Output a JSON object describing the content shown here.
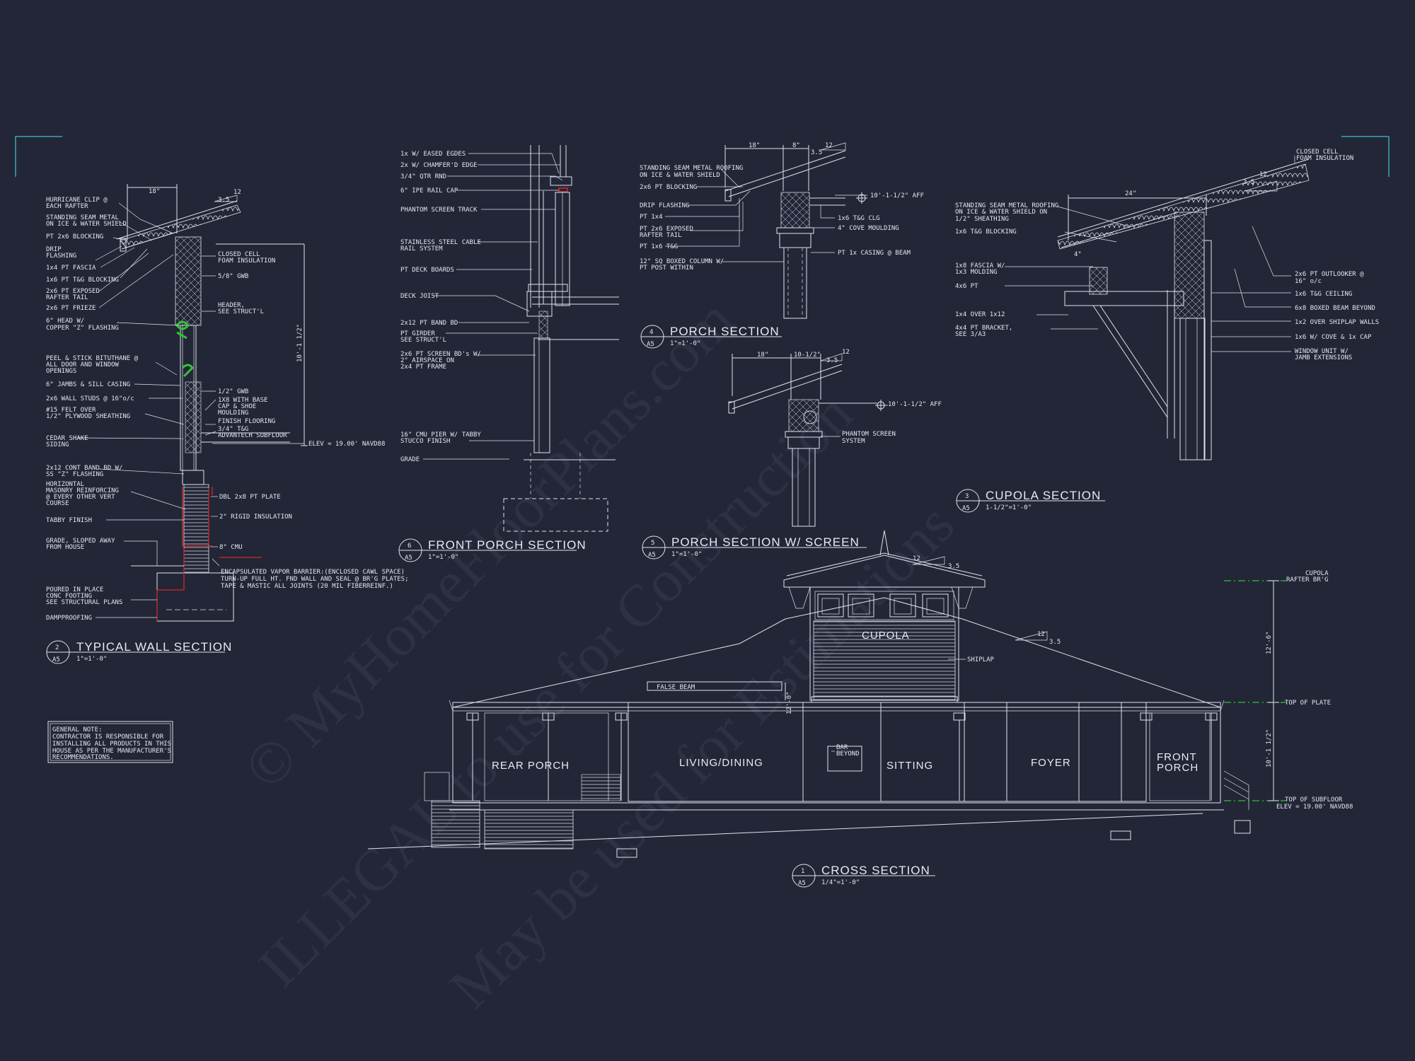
{
  "wall_notes": [
    "HURRICANE CLIP @",
    "EACH RAFTER",
    "STANDING SEAM METAL",
    "ON ICE & WATER SHIELD",
    "PT 2x6 BLOCKING",
    "DRIP",
    "FLASHING",
    "1x4 PT FASCIA",
    "1x6 PT T&G BLOCKING",
    "2x6 PT EXPOSED",
    "RAFTER TAIL",
    "2x6 PT FRIEZE",
    "6\" HEAD W/",
    "COPPER \"Z\" FLASHING",
    "PEEL & STICK BITUTHANE @",
    "ALL DOOR AND WINDOW",
    "OPENINGS",
    "6\" JAMBS & SILL CASING",
    "2x6 WALL STUDS @ 16\"o/c",
    "#15 FELT OVER",
    "1/2\" PLYWOOD SHEATHING",
    "CEDAR SHAKE",
    "SIDING",
    "2x12 CONT BAND BD W/",
    "SS \"Z\" FLASHING",
    "HORIZONTAL",
    "MASONRY REINFORCING",
    "@  EVERY OTHER VERT",
    "COURSE",
    "TABBY FINISH",
    "GRADE, SLOPED AWAY",
    "FROM HOUSE",
    "POURED IN PLACE",
    "CONC FOOTING",
    "SEE STRUCTURAL PLANS",
    "DAMPPROOFING"
  ],
  "wall_notes_right": [
    "CLOSED CELL",
    "FOAM INSULATION",
    "5/8\" GWB",
    "HEADER,",
    "SEE STRUCT'L",
    "1/2\" GWB",
    "1X8 WITH BASE",
    "CAP & SHOE",
    "MOULDING",
    "FINISH FLOORING",
    "3/4\" T&G",
    "ADVANTECH SUBFLOOR",
    "ELEV = 19.00' NAVD88",
    "DBL 2x8 PT PLATE",
    "2\" RIGID INSULATION",
    "8\" CMU",
    "ENCAPSULATED VAPOR BARRIER:(ENCLOSED CAWL SPACE)",
    "TURN-UP FULL HT. FND WALL AND SEAL @ BR'G PLATES;",
    "TAPE & MASTIC ALL JOINTS (20 MIL FIBERREINF.)"
  ],
  "wall_dims": [
    "18\"",
    "3.5",
    "12",
    "10'-1 1/2\""
  ],
  "general_note": [
    "GENERAL NOTE:",
    "CONTRACTOR IS RESPONSIBLE FOR",
    "INSTALLING ALL PRODUCTS IN THIS",
    "HOUSE AS PER THE MANUFACTURER'S",
    "RECOMMENDATIONS."
  ],
  "front_porch_notes": [
    "1x W/ EASED EGDES",
    "2x W/ CHAMFER'D EDGE",
    "3/4\" QTR RND",
    "6\" IPE RAIL CAP",
    "PHANTOM SCREEN TRACK",
    "STAINLESS STEEL CABLE",
    "RAIL SYSTEM",
    "PT DECK BOARDS",
    "DECK JOIST",
    "2x12 PT BAND BD",
    "PT GIRDER",
    "SEE STRUCT'L",
    "2x6 PT SCREEN BD's W/",
    "2\" AIRSPACE ON",
    "2x4 PT FRAME",
    "16\" CMU PIER W/ TABBY",
    "STUCCO FINISH",
    "GRADE"
  ],
  "porch_notes": [
    "STANDING SEAM METAL ROOFING",
    "ON ICE & WATER SHIELD",
    "2x6 PT BLOCKING",
    "DRIP FLASHING",
    "PT 1x4",
    "PT 2x6 EXPOSED",
    "RAFTER TAIL",
    "PT 1x6 T&G",
    "12\" SQ BOXED COLUMN W/",
    "PT POST WITHIN",
    "10'-1-1/2\" AFF",
    "1x6 T&G CLG",
    "4\" COVE MOULDING",
    "PT 1x CASING @ BEAM"
  ],
  "porch_dims": [
    "18\"",
    "8\"",
    "12",
    "3.5"
  ],
  "screen_notes": [
    "10'-1-1/2\" AFF",
    "PHANTOM SCREEN",
    "SYSTEM"
  ],
  "screen_dims": [
    "18\"",
    "10-1/2\"",
    "12",
    "3.5"
  ],
  "cupola_notes_left": [
    "STANDING SEAM METAL ROOFING",
    "ON ICE & WATER SHIELD ON",
    "1/2\" SHEATHING",
    "1x6 T&G BLOCKING",
    "1x8 FASCIA W/",
    "1x3 MOLDING",
    "4x6 PT",
    "1x4 OVER 1x12",
    "4x4 PT BRACKET,",
    "SEE 3/A3"
  ],
  "cupola_notes_right": [
    "CLOSED CELL",
    "FOAM INSULATION",
    "2x6 PT OUTLOOKER @",
    "16\" o/c",
    "1x6 T&G CEILING",
    "6x8 BOXED BEAM BEYOND",
    "1x2 OVER SHIPLAP WALLS",
    "1x6 W/ COVE & 1x CAP",
    "WINDOW UNIT W/",
    "JAMB EXTENSIONS"
  ],
  "cupola_dims": [
    "24\"",
    "4\"",
    "12",
    "3.5"
  ],
  "section_titles": [
    {
      "num": "2",
      "sheet": "A5",
      "title": "TYPICAL WALL SECTION",
      "scale": "1\"=1'-0\""
    },
    {
      "num": "6",
      "sheet": "A5",
      "title": "FRONT PORCH SECTION",
      "scale": "1\"=1'-0\""
    },
    {
      "num": "4",
      "sheet": "A5",
      "title": "PORCH SECTION",
      "scale": "1\"=1'-0\""
    },
    {
      "num": "5",
      "sheet": "A5",
      "title": "PORCH SECTION W/ SCREEN",
      "scale": "1\"=1'-0\""
    },
    {
      "num": "3",
      "sheet": "A5",
      "title": "CUPOLA SECTION",
      "scale": "1-1/2\"=1'-0\""
    },
    {
      "num": "1",
      "sheet": "A5",
      "title": "CROSS SECTION",
      "scale": "1/4\"=1'-0\""
    }
  ],
  "cross_rooms": [
    "REAR PORCH",
    "LIVING/DINING",
    "SITTING",
    "FOYER",
    "FRONT",
    "PORCH",
    "CUPOLA"
  ],
  "cross_notes": [
    "FALSE BEAM",
    "BAR",
    "BEYOND",
    "SHIPLAP",
    "CUPOLA",
    "RAFTER BR'G",
    "TOP OF PLATE",
    "TOP OF SUBFLOOR",
    "ELEV = 19.00' NAVD88",
    "12'-6\"",
    "10'-1 1/2\"",
    "12'-0\"",
    "12",
    "3.5"
  ],
  "watermark": [
    "© MyHomeFloorPlans.com",
    "ILLEGAL to use for Construction",
    "May be used for Estimations"
  ],
  "colors": {
    "background": "#232637",
    "linework": "#dfe2ec",
    "accent_cyan": "#3aa6b4",
    "flashing_green": "#35c43a",
    "vapor_red": "#d22a2a",
    "datum_green": "#2fbf3a"
  }
}
